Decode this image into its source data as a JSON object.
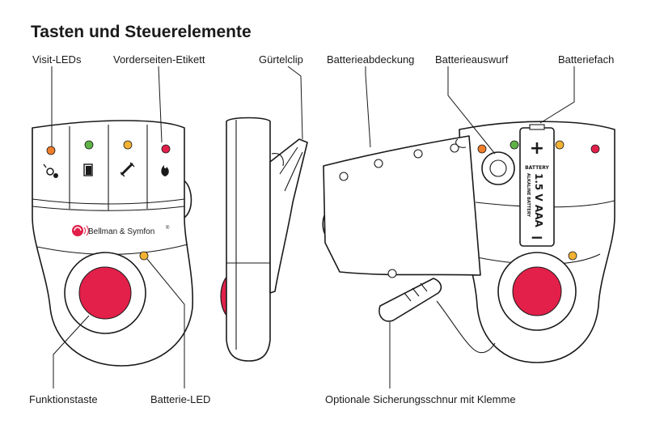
{
  "title": "Tasten und Steuerelemente",
  "labels": {
    "visit_leds": "Visit-LEDs",
    "front_label": "Vorderseiten-Etikett",
    "belt_clip": "Gürtelclip",
    "battery_cover": "Batterieabdeckung",
    "battery_eject": "Batterieauswurf",
    "battery_compartment": "Batteriefach",
    "function_button": "Funktionstaste",
    "battery_led": "Batterie-LED",
    "safety_cord": "Optionale Sicherungsschnur mit Klemme"
  },
  "brand": {
    "name": "Bellman & Symfon",
    "mark": "®"
  },
  "battery": {
    "plus": "+",
    "minus": "−",
    "top_label": "BATTERY",
    "voltage_label": "1.5 V AAA",
    "type_label": "ALKALINE BATTERY"
  },
  "colors": {
    "led_orange": "#f07d2a",
    "led_green": "#5fb246",
    "led_yellow": "#f2b234",
    "led_red": "#e2204a",
    "button_red": "#e2204a",
    "brand_red": "#e2204a",
    "outline": "#1a1a1a"
  },
  "icons": {
    "visit_1": "doorbell-icon",
    "visit_2": "door-icon",
    "visit_3": "phone-icon",
    "visit_4": "fire-icon"
  }
}
